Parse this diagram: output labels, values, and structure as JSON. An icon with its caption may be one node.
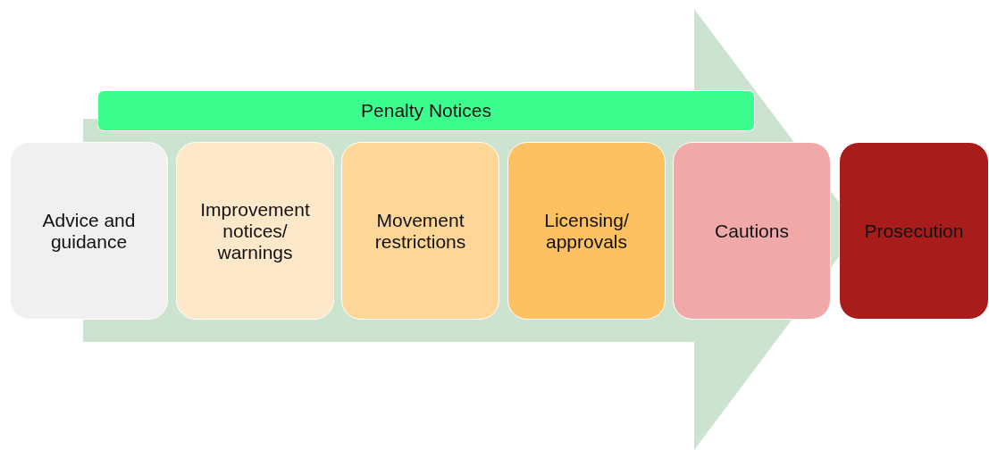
{
  "diagram": {
    "nodes": [
      {
        "text": [
          "Penalty Notices"
        ]
      },
      {
        "text": [
          "Advice and guidance"
        ]
      },
      {
        "text": [
          "Improvement notices/ warnings"
        ]
      },
      {
        "text": [
          "Movement restrictions"
        ]
      },
      {
        "text": [
          "Licensing/ approvals"
        ]
      },
      {
        "text": [
          "Cautions"
        ]
      },
      {
        "text": [
          "Prosecution"
        ]
      }
    ],
    "edges": [
      {
        "from": 1,
        "to": 6,
        "arrow": "to"
      }
    ]
  }
}
